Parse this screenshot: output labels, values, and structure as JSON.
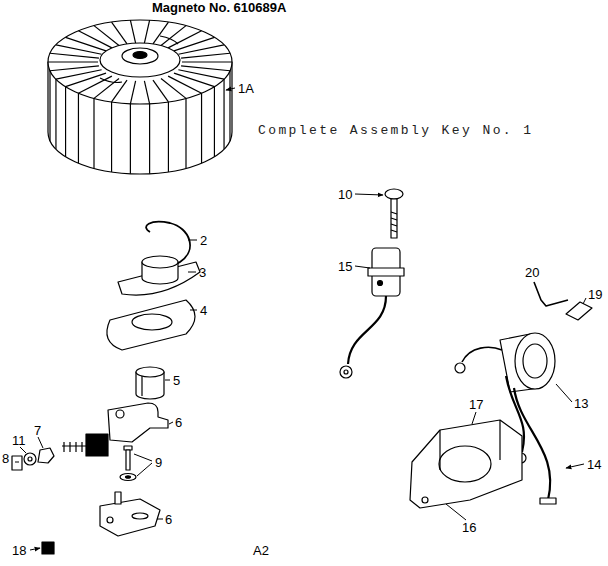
{
  "diagram": {
    "title": "Magneto No. 610689A",
    "labels": [
      "1A",
      "Complete Assembly Key No. 1",
      "2",
      "3",
      "4",
      "5",
      "6",
      "7",
      "11",
      "8",
      "9",
      "6",
      "18",
      "A2",
      "10",
      "15",
      "20",
      "19",
      "13",
      "17",
      "14",
      "16"
    ]
  }
}
